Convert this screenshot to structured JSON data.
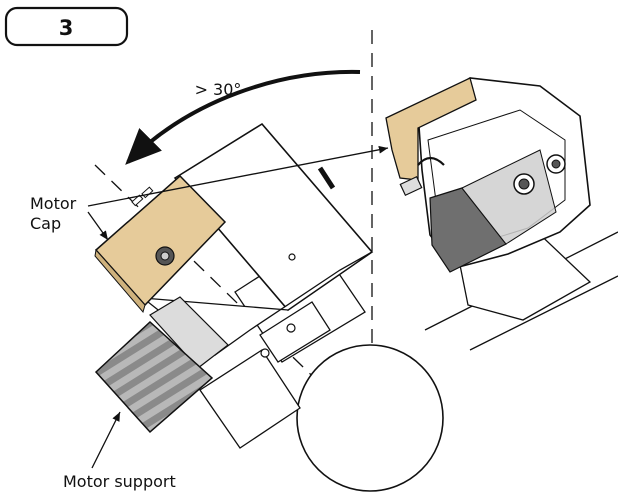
{
  "step": {
    "number": "3"
  },
  "labels": {
    "angle": "> 30°",
    "motor_cap_line1": "Motor",
    "motor_cap_line2": "Cap",
    "motor_support": "Motor support"
  },
  "colors": {
    "cap": "#e6cb9a",
    "support_dark": "#808080",
    "support_light": "#b5b5b5",
    "outline": "#111111",
    "gray_panel": "#dcdcdc"
  },
  "icons": [
    "rotate-arrow-icon",
    "pointer-arrow-icon"
  ]
}
